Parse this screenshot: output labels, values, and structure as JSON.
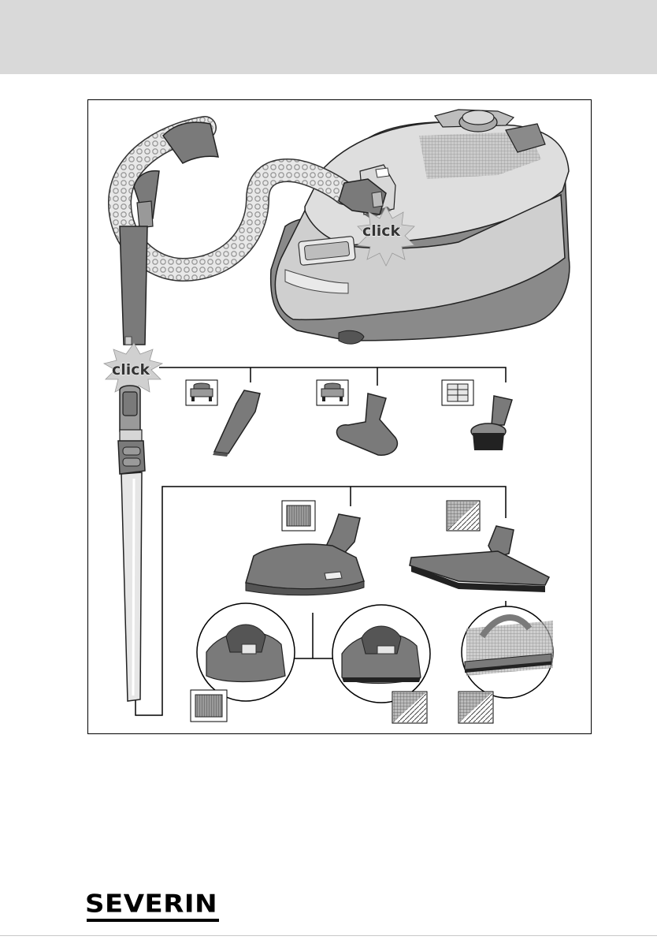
{
  "header": {
    "band_color": "#d9d9d9"
  },
  "figure": {
    "click_label_top": "click",
    "click_label_left": "click",
    "icons": [
      "armchair-icon",
      "armchair-icon",
      "dresser-icon",
      "carpet-icon",
      "hard-floor-icon",
      "carpet-icon",
      "hard-floor-icon",
      "hard-floor-icon"
    ],
    "parts": [
      "hose",
      "vacuum-body",
      "telescopic-tube",
      "crevice-tool",
      "upholstery-nozzle",
      "dusting-brush",
      "floor-nozzle",
      "parquet-nozzle"
    ],
    "colors": {
      "part_gray": "#7a7a7a",
      "body_light": "#cfcfcf",
      "body_dark": "#8a8a8a",
      "tube": "#e6e6e6"
    }
  },
  "brand": {
    "name": "SEVERIN"
  }
}
